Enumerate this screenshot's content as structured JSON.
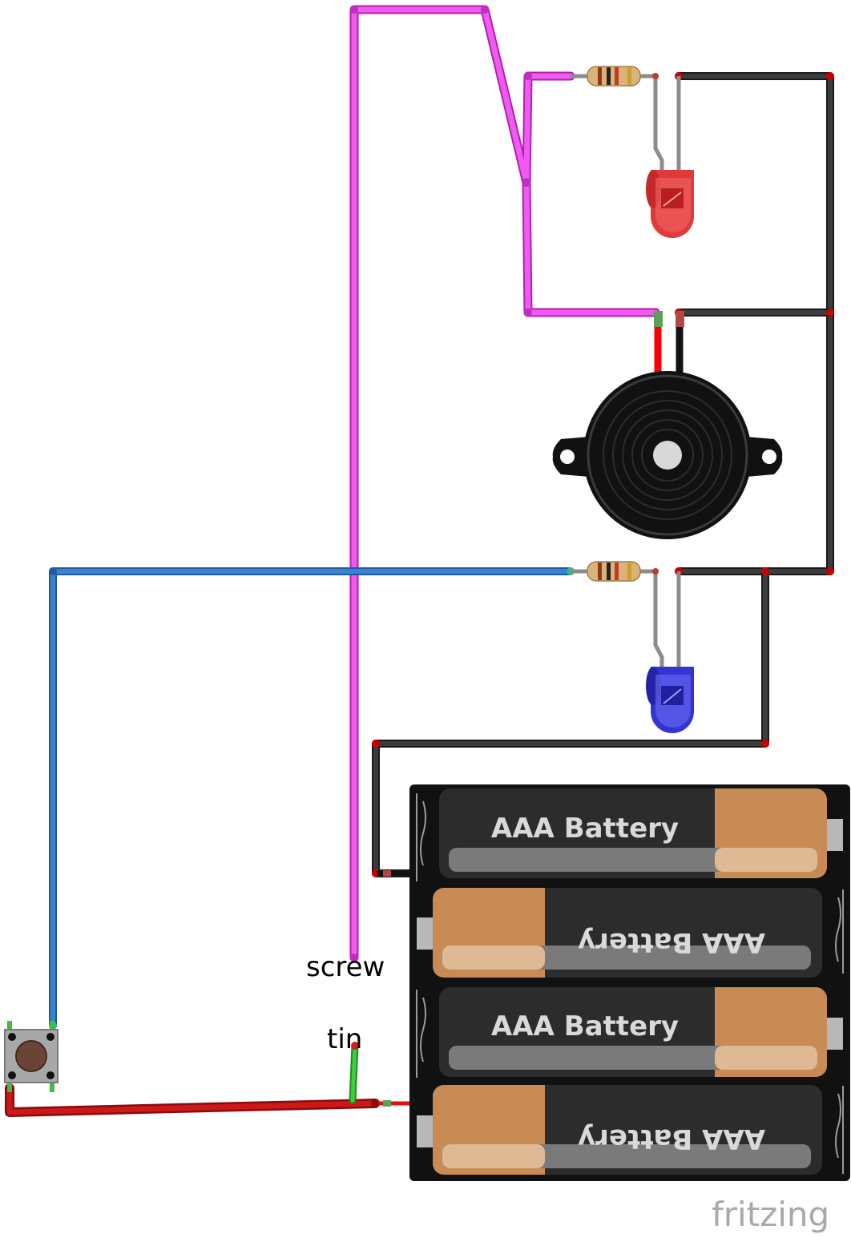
{
  "labels": {
    "screw": "screw",
    "tin": "tin",
    "battery": [
      "AAA Battery",
      "AAA Battery",
      "AAA Battery",
      "AAA Battery"
    ],
    "brand": "fritzing"
  },
  "components": [
    "resistor",
    "resistor",
    "red-led",
    "blue-led",
    "piezo-buzzer",
    "push-button",
    "4xAAA-battery-holder"
  ],
  "colors": {
    "wire_magenta": "#e62ee6",
    "wire_black": "#333333",
    "wire_blue": "#2e72c2",
    "wire_red": "#c41414",
    "wire_green": "#33bb33",
    "led_red": "#e83c3c",
    "led_blue": "#3a3adc",
    "battery_copper": "#c98b55"
  }
}
